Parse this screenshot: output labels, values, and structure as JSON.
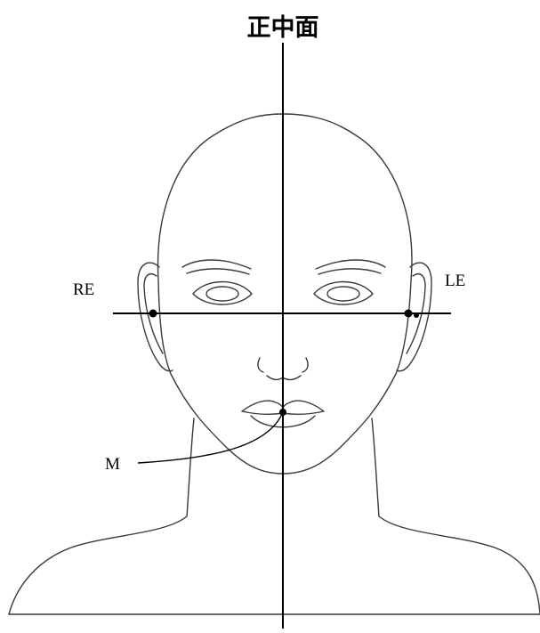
{
  "diagram": {
    "title": "正中面",
    "labels": {
      "right_ear": "RE",
      "left_ear": "LE",
      "mouth": "M"
    }
  }
}
